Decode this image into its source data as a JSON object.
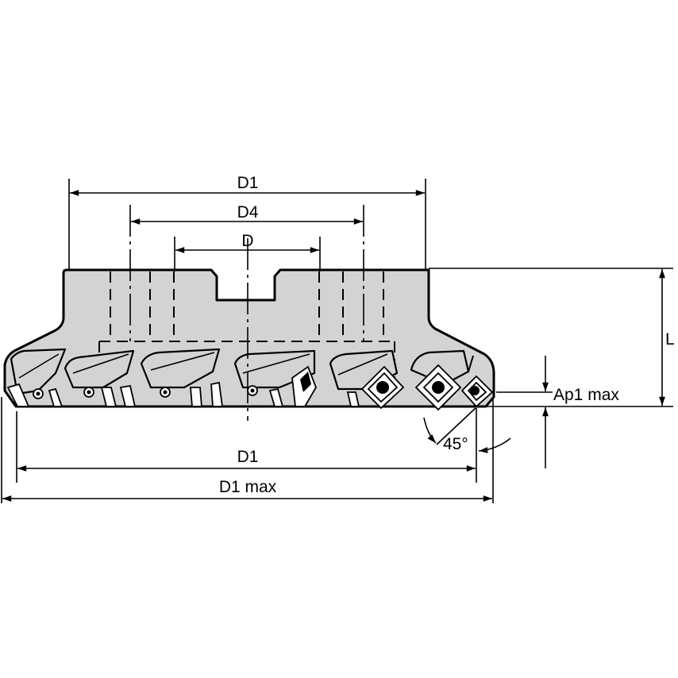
{
  "drawing": {
    "subject": "Indexable face milling cutter, side view with dimensions",
    "colors": {
      "body_fill": "#d3d3d3",
      "line": "#000000",
      "background": "#ffffff"
    },
    "dimensions": {
      "d1_top": "D1",
      "d4": "D4",
      "d": "D",
      "l": "L",
      "ap1_max": "Ap1 max",
      "angle": "45°",
      "d1_bottom": "D1",
      "d1_max": "D1 max"
    }
  }
}
